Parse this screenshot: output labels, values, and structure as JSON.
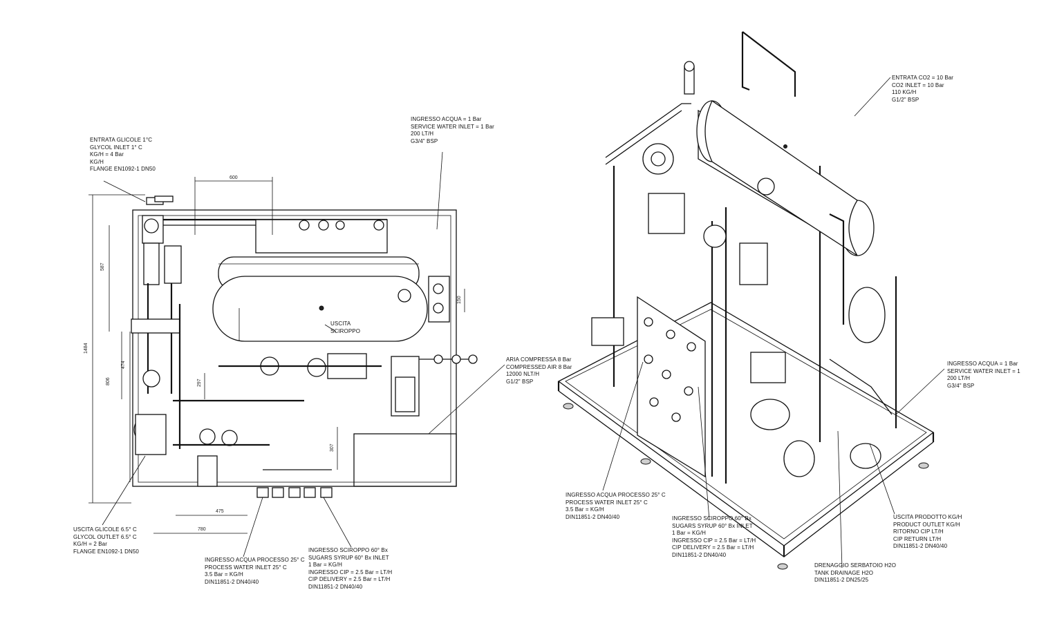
{
  "callouts": {
    "glycol_inlet": [
      "ENTRATA GLICOLE 1°C",
      "GLYCOL INLET 1° C",
      "KG/H = 4 Bar",
      "KG/H",
      "FLANGE EN1092-1 DN50"
    ],
    "service_water_left": [
      "INGRESSO ACQUA = 1 Bar",
      "SERVICE WATER INLET = 1 Bar",
      "200 LT/H",
      "G3/4\" BSP"
    ],
    "syrup_outlet": [
      "USCITA",
      "SCIROPPO"
    ],
    "compressed_air": [
      "ARIA COMPRESSA 8 Bar",
      "COMPRESSED AIR 8 Bar",
      "12000 NLT/H",
      "G1/2\" BSP"
    ],
    "glycol_outlet": [
      "USCITA GLICOLE 6.5° C",
      "GLYCOL OUTLET 6.5° C",
      "KG/H = 2 Bar",
      "FLANGE EN1092-1 DN50"
    ],
    "process_water_left": [
      "INGRESSO ACQUA PROCESSO 25° C",
      "PROCESS WATER INLET 25° C",
      "3.5 Bar = KG/H",
      "DIN11851-2 DN40/40"
    ],
    "sugar_syrup_left": [
      "INGRESSO SCIROPPO 60° Bx",
      "SUGARS SYRUP 60° Bx INLET",
      "1 Bar = KG/H",
      "INGRESSO CIP = 2.5 Bar = LT/H",
      "CIP DELIVERY = 2.5 Bar = LT/H",
      "DIN11851-2 DN40/40"
    ],
    "co2_inlet": [
      "ENTRATA CO2 = 10 Bar",
      "CO2 INLET = 10 Bar",
      "110 KG/H",
      "G1/2\" BSP"
    ],
    "service_water_right": [
      "INGRESSO ACQUA = 1 Bar",
      "SERVICE WATER INLET = 1",
      "200 LT/H",
      "G3/4\" BSP"
    ],
    "process_water_right": [
      "INGRESSO ACQUA PROCESSO 25° C",
      "PROCESS WATER INLET 25° C",
      "3.5 Bar = KG/H",
      "DIN11851-2 DN40/40"
    ],
    "sugar_syrup_right": [
      "INGRESSO SCIROPPO 60° Bx",
      "SUGARS SYRUP 60° Bx INLET",
      "1 Bar = KG/H",
      "INGRESSO CIP = 2.5 Bar = LT/H",
      "CIP DELIVERY = 2.5 Bar = LT/H",
      "DIN11851-2 DN40/40"
    ],
    "tank_drainage": [
      "DRENAGGIO SERBATOIO H2O",
      "TANK DRAINAGE H2O",
      "DIN11851-2 DN25/25"
    ],
    "product_outlet": [
      "USCITA PRODOTTO KG/H",
      "PRODUCT OUTLET KG/H",
      "RITORNO CIP LT/H",
      "CIP RETURN LT/H",
      "DIN11851-2 DN40/40"
    ]
  },
  "dimensions": {
    "top_width": "600",
    "left_upper": "587",
    "left_total": "1484",
    "left_mid": "806",
    "left_inner": "474",
    "center_mid": "297",
    "right_small": "150",
    "right_lower": "307",
    "bottom_inner": "475",
    "bottom_outer": "780"
  }
}
